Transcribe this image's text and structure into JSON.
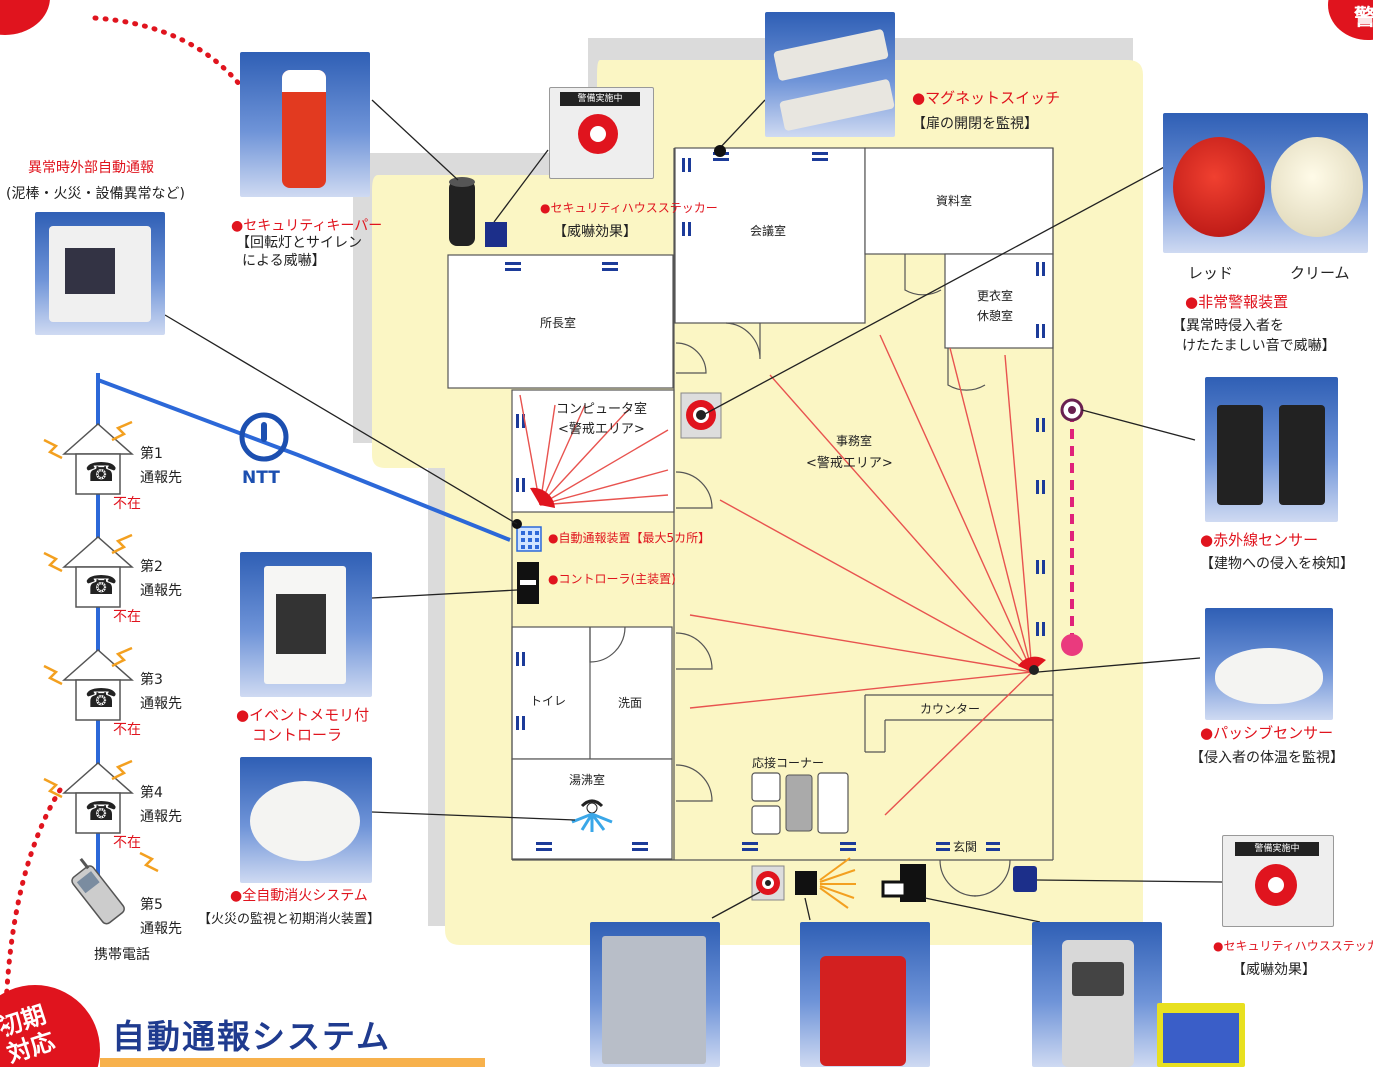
{
  "title": "自動通報システム",
  "corner_left": "初期対応",
  "corner_right_char": "警",
  "auto_report": {
    "title": "異常時外部自動通報",
    "sub": "(泥棒・火災・設備異常など)"
  },
  "ntt": "NTT",
  "contacts": [
    {
      "num": "第1",
      "label": "通報先",
      "absent": "不在"
    },
    {
      "num": "第2",
      "label": "通報先",
      "absent": "不在"
    },
    {
      "num": "第3",
      "label": "通報先",
      "absent": "不在"
    },
    {
      "num": "第4",
      "label": "通報先",
      "absent": "不在"
    },
    {
      "num": "第5",
      "label": "通報先",
      "absent": ""
    }
  ],
  "mobile": "携帯電話",
  "devices": {
    "keeper": {
      "name": "●セキュリティキーパー",
      "desc1": "【回転灯とサイレン",
      "desc2": "による威嚇】"
    },
    "sticker_top": {
      "name": "●セキュリティハウスステッカー",
      "desc": "【威嚇効果】",
      "photo_text": "警備実施中"
    },
    "magnet": {
      "name": "●マグネットスイッチ",
      "desc": "【扉の開閉を監視】"
    },
    "alarm": {
      "red": "レッド",
      "cream": "クリーム",
      "name": "●非常警報装置",
      "desc1": "【異常時侵入者を",
      "desc2": "けたたましい音で威嚇】"
    },
    "infrared": {
      "name": "●赤外線センサー",
      "desc": "【建物への侵入を検知】"
    },
    "passive": {
      "name": "●パッシブセンサー",
      "desc": "【侵入者の体温を監視】"
    },
    "sticker_bottom": {
      "name": "●セキュリティハウスステッカー",
      "desc": "【威嚇効果】",
      "photo_text": "警備実施中"
    },
    "event": {
      "name1": "●イベントメモリ付",
      "name2": "コントローラ"
    },
    "extinguish": {
      "name": "●全自動消火システム",
      "desc": "【火災の監視と初期消火装置】"
    },
    "auto_dialer": "●自動通報装置【最大5カ所】",
    "controller": "●コントローラ(主装置)"
  },
  "rooms": {
    "conference": "会議室",
    "records": "資料室",
    "director": "所長室",
    "locker1": "更衣室",
    "locker2": "休憩室",
    "computer1": "コンピュータ室",
    "computer2": "<警戒エリア>",
    "office1": "事務室",
    "office2": "<警戒エリア>",
    "toilet": "トイレ",
    "washroom": "洗面",
    "kitchen": "湯沸室",
    "reception": "応接コーナー",
    "counter": "カウンター",
    "entrance": "玄関"
  },
  "colors": {
    "floor": "#fbf6c4",
    "accent_red": "#e0141e",
    "ntt_blue": "#1c4fb0",
    "title_blue": "#1f3b8f"
  }
}
